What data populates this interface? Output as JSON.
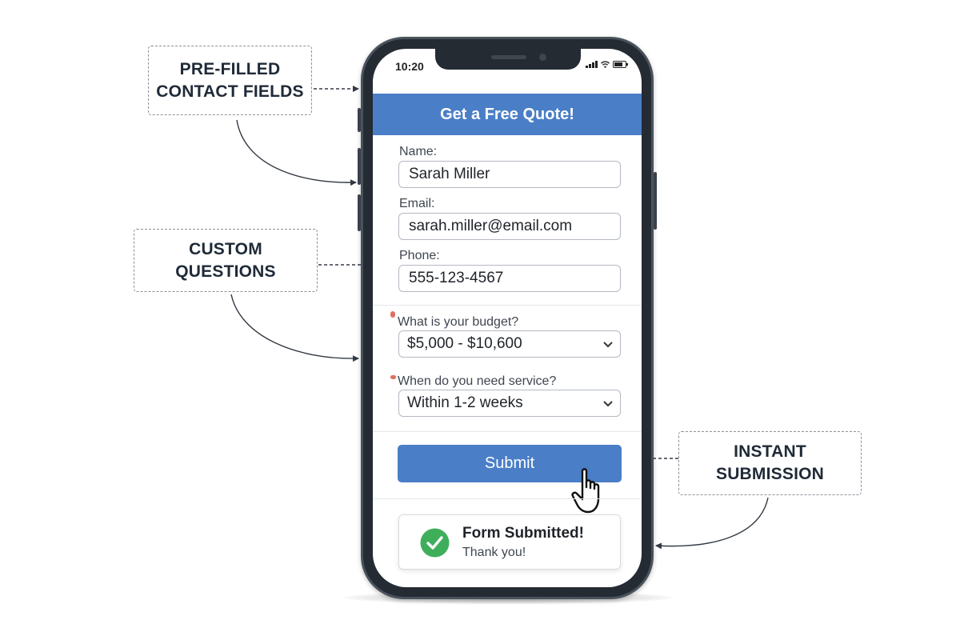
{
  "callouts": {
    "prefilled": {
      "line1": "PRE-FILLED",
      "line2": "CONTACT FIELDS"
    },
    "custom": {
      "line1": "CUSTOM",
      "line2": "QUESTIONS"
    },
    "instant": {
      "line1": "INSTANT",
      "line2": "SUBMISSION"
    }
  },
  "phone": {
    "status_time": "10:20",
    "form": {
      "title": "Get a Free Quote!",
      "name_label": "Name:",
      "name_value": "Sarah Miller",
      "email_label": "Email:",
      "email_value": "sarah.miller@email.com",
      "phone_label": "Phone:",
      "phone_value": "555-123-4567",
      "budget_question": "What is your budget?",
      "budget_value": "$5,000 - $10,600",
      "timing_question": "When do you need service?",
      "timing_value": "Within 1-2 weeks",
      "submit_label": "Submit"
    },
    "toast": {
      "title": "Form Submitted!",
      "subtitle": "Thank you!"
    }
  },
  "colors": {
    "accent": "#4a7ec7",
    "success": "#3fae5a",
    "phone_frame": "#252b33",
    "callout_border": "#8a919b"
  },
  "icons": [
    "check-circle-icon",
    "pointer-hand-icon",
    "chevron-down-icon",
    "signal-icon",
    "wifi-icon",
    "battery-icon"
  ]
}
